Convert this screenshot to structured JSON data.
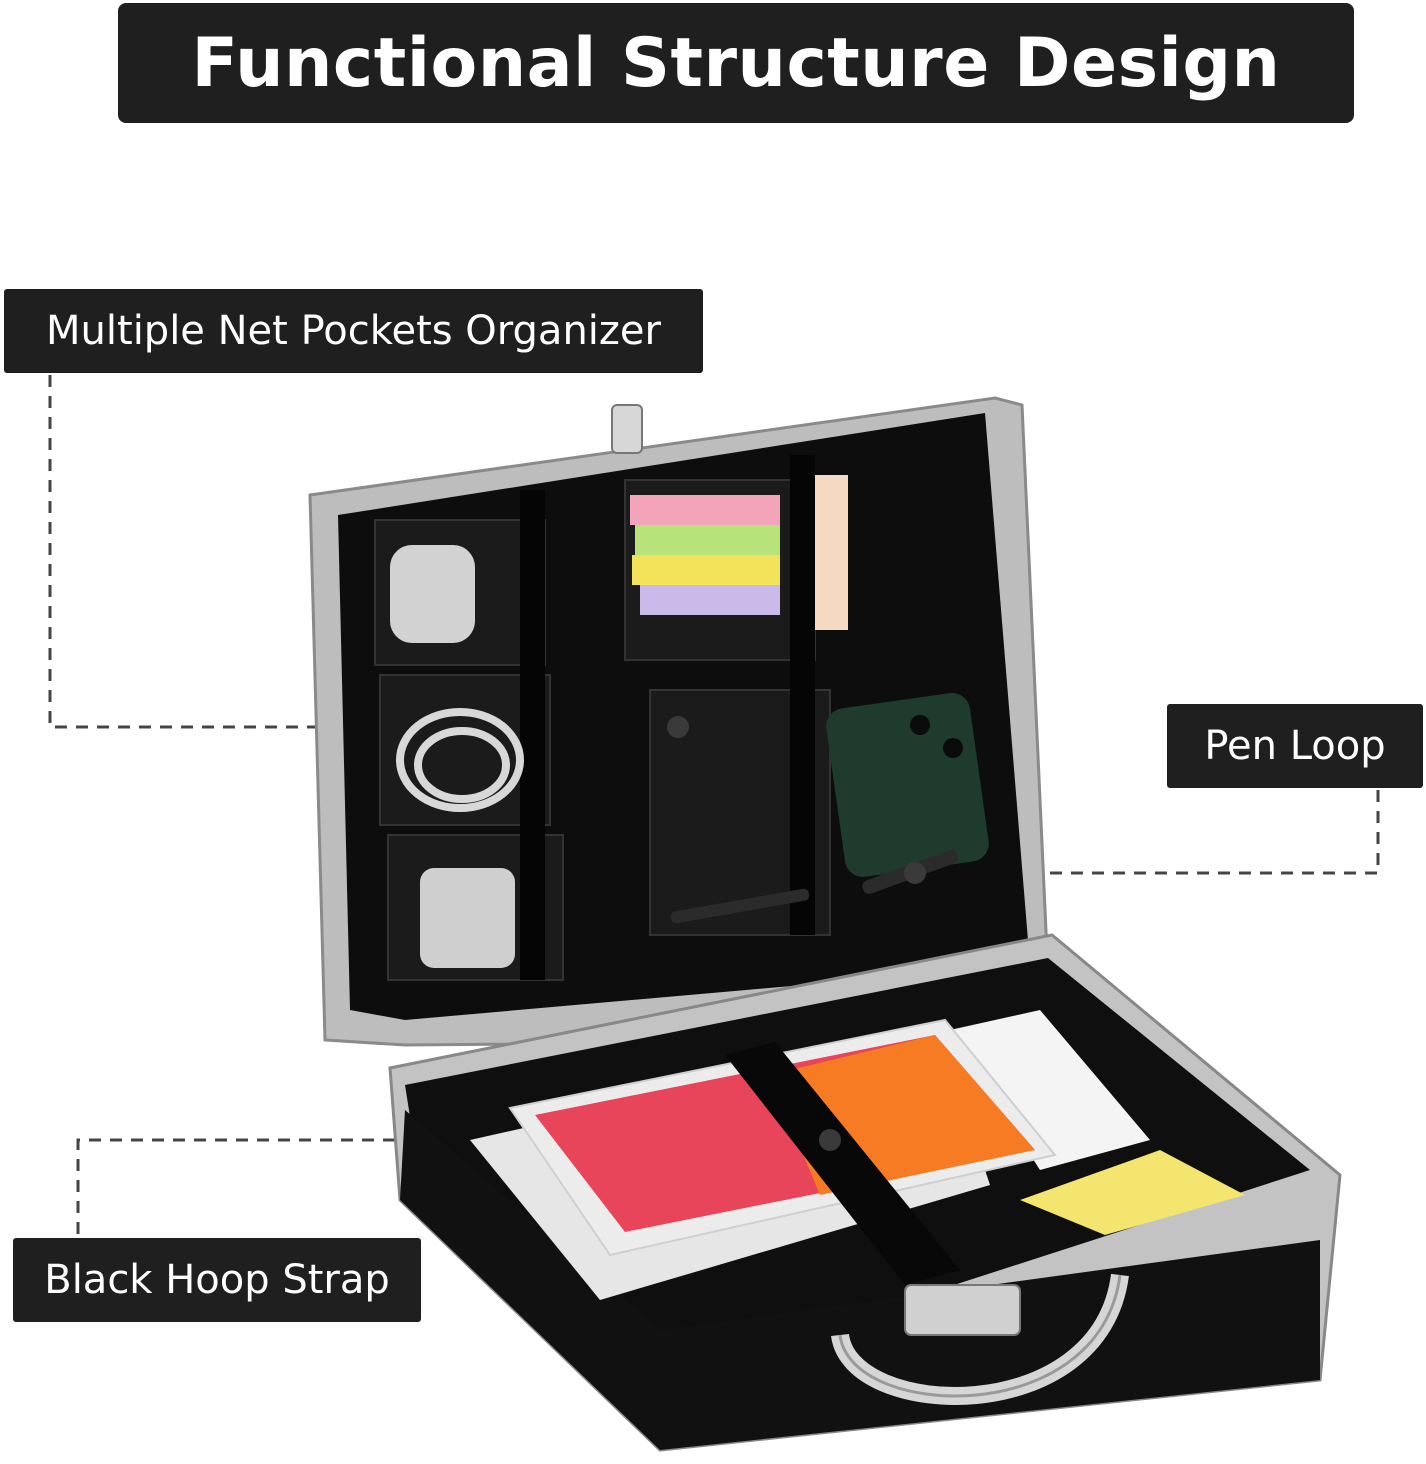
{
  "title": "Functional Structure Design",
  "callouts": {
    "net_pockets": "Multiple Net Pockets Organizer",
    "pen_loop": "Pen Loop",
    "hoop_strap": "Black Hoop Strap"
  },
  "colors": {
    "banner": "#1f1f1f",
    "case_frame": "#c8c8c8",
    "case_lining": "#0e0e0e",
    "text": "#ffffff"
  }
}
